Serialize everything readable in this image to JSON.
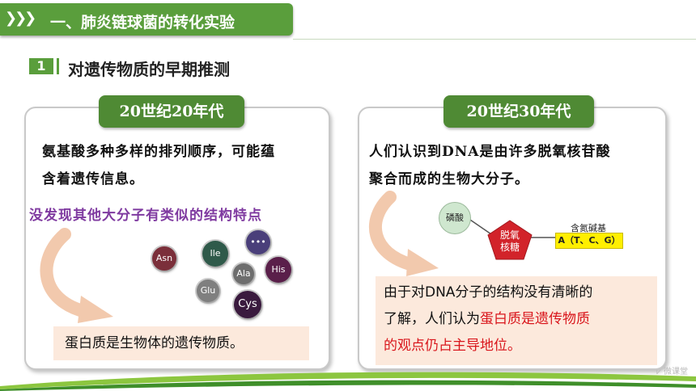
{
  "header": {
    "chevrons": "❯❯❯",
    "title": "一、肺炎链球菌的转化实验"
  },
  "section": {
    "number": "1",
    "title": "对遗传物质的早期推测"
  },
  "left_card": {
    "era": "20世纪20年代",
    "line1": "氨基酸多种多样的排列顺序，可能蕴",
    "line2": "含着遗传信息。",
    "note": "没发现其他大分子有类似的结构特点",
    "conclusion": "蛋白质是生物体的遗传物质。",
    "amino_acids": [
      "Asn",
      "Ile",
      "•••",
      "Ala",
      "His",
      "Glu",
      "Cys"
    ]
  },
  "right_card": {
    "era": "20世纪30年代",
    "line1": "人们认识到DNA是由许多脱氧核苷酸",
    "line2": "聚合而成的生物大分子。",
    "diagram": {
      "phosphate": "磷酸",
      "sugar_line1": "脱氧",
      "sugar_line2": "核糖",
      "base_title": "含氮碱基",
      "base_value": "A（T、C、G）"
    },
    "conclusion_line1": "由于对DNA分子的结构没有清晰的",
    "conclusion_line2_plain": "了解，人们认为",
    "conclusion_line2_red": "蛋白质是遗传物质",
    "conclusion_line3_red": "的观点仍占主导地位。"
  },
  "watermark": "⩗ 微课堂",
  "colors": {
    "green": "#5a9e3c",
    "purple": "#7f3aa0",
    "red": "#d9161c",
    "peach": "#fce9dc"
  }
}
